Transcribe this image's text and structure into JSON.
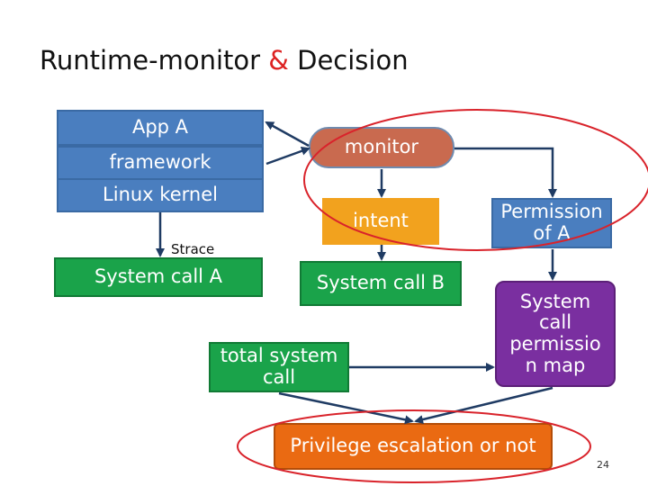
{
  "title": {
    "main": "Runtime-monitor ",
    "amp": "&",
    "rest": " Decision"
  },
  "stack": {
    "app": "App A",
    "framework": "framework",
    "kernel": "Linux kernel"
  },
  "strace": "Strace",
  "syscall_a": "System call A",
  "monitor": "monitor",
  "intent": "intent",
  "syscall_b": "System call B",
  "total": "total system call",
  "permission": "Permission of A",
  "perm_map": "System call permissio n map",
  "privilege": "Privilege escalation or not",
  "page_number": "24",
  "colors": {
    "blue": "#4a7ebf",
    "green": "#1aa34a",
    "orange": "#f2a21e",
    "purple": "#7a2fa0",
    "privilege": "#ea6a12",
    "highlight": "#d9232b"
  }
}
